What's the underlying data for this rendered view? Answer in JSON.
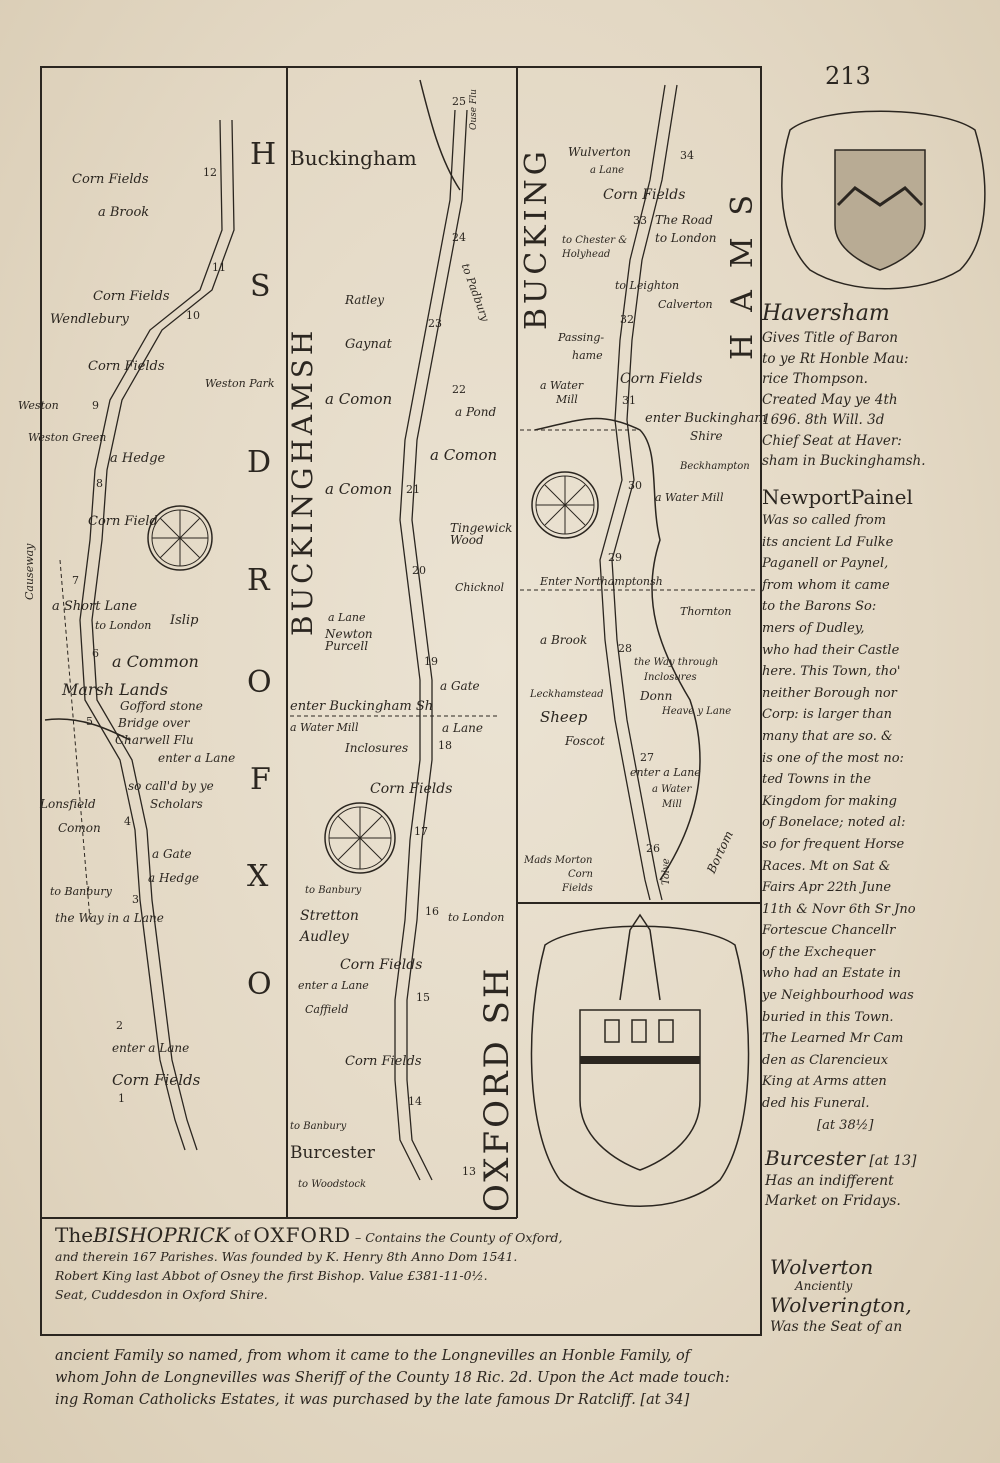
{
  "page_number": "213",
  "strip1": {
    "labels": [
      "Corn Fields",
      "a Brook",
      "Corn Fields",
      "Wendlebury",
      "Corn Fields",
      "Weston Park",
      "Weston",
      "Weston Green",
      "a Hedge",
      "Corn Field",
      "a Short Lane",
      "to London",
      "Islip",
      "a Common",
      "Marsh Lands",
      "Gofford stone",
      "Bridge over",
      "Charwell Flu",
      "enter a Lane",
      "Lonsfield",
      "so call'd by ye",
      "Scholars",
      "Comon",
      "a Gate",
      "a Hedge",
      "to Banbury",
      "the Way in a Lane",
      "enter a Lane",
      "Corn Fields",
      "Causeway"
    ],
    "miles": [
      "12",
      "11",
      "10",
      "9",
      "8",
      "7",
      "6",
      "5",
      "4",
      "3",
      "2",
      "1"
    ],
    "county": [
      "O",
      "X",
      "F",
      "O",
      "R",
      "D",
      "S",
      "H"
    ]
  },
  "strip2": {
    "labels": [
      "Buckingham",
      "Ouse Flu",
      "to Padbury",
      "Ratley",
      "Gaynat",
      "a Comon",
      "a Pond",
      "a Comon",
      "a Comon",
      "Tingewick Wood",
      "Chicknol",
      "a Lane",
      "Newton Purcell",
      "a Gate",
      "enter Buckingham Sh",
      "a Water Mill",
      "a Lane",
      "Inclosures",
      "Corn Fields",
      "to Banbury",
      "Stretton Audley",
      "to London",
      "Corn Fields",
      "enter a Lane",
      "Caffield",
      "Corn Fields",
      "to Banbury",
      "Burcester",
      "to Woodstock"
    ],
    "miles": [
      "25",
      "24",
      "23",
      "22",
      "21",
      "20",
      "19",
      "18",
      "17",
      "16",
      "15",
      "14",
      "13"
    ],
    "county_top": "BUCKINGHAMSH",
    "county_bottom": "OXFORD SH"
  },
  "strip3": {
    "labels": [
      "Wulverton",
      "a Lane",
      "Corn Fields",
      "The Road",
      "to London",
      "to Chester &",
      "Holyhead",
      "to Leighton",
      "Calverton",
      "Passing-",
      "hame",
      "a Water",
      "Mill",
      "Corn Fields",
      "enter Buckingham",
      "Shire",
      "Beckhampton",
      "a Water Mill",
      "Enter Northamptonsh",
      "Thornton",
      "a Brook",
      "the Way through",
      "Inclosures",
      "Leckhamstead",
      "Sheep",
      "Donn",
      "Heave y Lane",
      "Foscot",
      "enter a Lane",
      "a Water",
      "Mill",
      "Tolve",
      "Bortom",
      "Mads Morton",
      "Corn",
      "Fields"
    ],
    "miles": [
      "34",
      "33",
      "32",
      "31",
      "30",
      "29",
      "28",
      "27",
      "26"
    ],
    "county_top": "BUCKING",
    "county_right": "HAMS"
  },
  "haversham": {
    "title": "Haversham",
    "lines": [
      "Gives Title of Baron",
      "to ye Rt Honble Mau:",
      "rice Thompson.",
      "Created May ye 4th",
      "1696. 8th Will. 3d",
      "Chief Seat at Haver:",
      "sham in Buckinghamsh."
    ]
  },
  "newport": {
    "title": "NewportPainel",
    "lines": [
      "Was so called from",
      "its ancient Ld Fulke",
      "Paganell or Paynel,",
      "from whom it came",
      "to the Barons So:",
      "mers of Dudley,",
      "who had their Castle",
      "here. This Town, tho'",
      "neither Borough nor",
      "Corp: is larger than",
      "many that are so. &",
      "is one of the most no:",
      "ted Towns in the",
      "Kingdom for making",
      "of Bonelace; noted al:",
      "so for frequent Horse",
      "Races. Mt on Sat &",
      "Fairs Apr 22th June",
      "11th & Novr 6th Sr Jno",
      "Fortescue Chancellr",
      "of the Exchequer",
      "who had an Estate in",
      "ye Neighbourhood was",
      "buried in this Town.",
      "The Learned Mr Cam",
      "den as Clarencieux",
      "King at Arms atten",
      "ded his Funeral.",
      "[at 38½]"
    ]
  },
  "burcester": {
    "title": "Burcester",
    "ref": "[at 13]",
    "lines": [
      "Has an indifferent",
      "Market on Fridays."
    ]
  },
  "bishopric": {
    "title_the": "The",
    "title_main": "BISHOPRICK",
    "title_of": "of",
    "title_place": "OXFORD",
    "lines": [
      "Contains the County of Oxford,",
      "and therein 167 Parishes. Was founded by K. Henry 8th Anno Dom 1541.",
      "Robert King last Abbot of Osney the first Bishop. Value £381-11-0½.",
      "Seat, Cuddesdon in Oxford Shire."
    ]
  },
  "wolverton": {
    "title": "Wolverton",
    "anciently": "Anciently",
    "old_name": "Wolverington,",
    "lines": [
      "Was the Seat of an",
      "ancient Family so named, from whom it came to the Longnevilles an Honble Family, of",
      "whom John de Longnevilles was Sheriff of the County 18 Ric. 2d. Upon the Act made touch:",
      "ing Roman Catholicks Estates, it was purchased by the late famous Dr Ratcliff. [at 34]"
    ]
  },
  "colors": {
    "paper": "#e6dccb",
    "ink": "#2b2620"
  }
}
